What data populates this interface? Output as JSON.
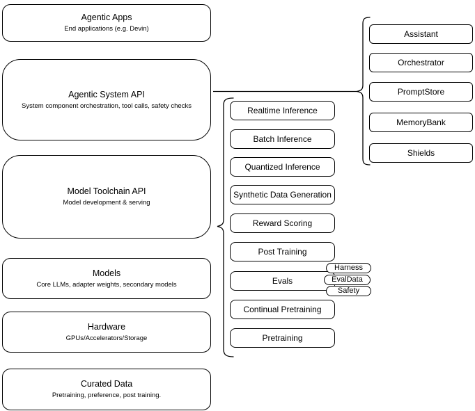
{
  "diagram": {
    "stack": [
      {
        "title": "Agentic Apps",
        "subtitle": "End applications (e.g. Devin)"
      },
      {
        "title": "Agentic System API",
        "subtitle": "System component orchestration, tool calls, safety checks"
      },
      {
        "title": "Model Toolchain API",
        "subtitle": "Model development & serving"
      },
      {
        "title": "Models",
        "subtitle": "Core LLMs, adapter weights, secondary models"
      },
      {
        "title": "Hardware",
        "subtitle": "GPUs/Accelerators/Storage"
      },
      {
        "title": "Curated Data",
        "subtitle": "Pretraining, preference, post training."
      }
    ],
    "toolchain": {
      "items": [
        "Realtime Inference",
        "Batch Inference",
        "Quantized Inference",
        "Synthetic Data Generation",
        "Reward Scoring",
        "Post Training",
        "Evals",
        "Continual Pretraining",
        "Pretraining"
      ]
    },
    "eval_tags": [
      "Harness",
      "EvalData",
      "Safety"
    ],
    "components": [
      "Assistant",
      "Orchestrator",
      "PromptStore",
      "MemoryBank",
      "Shields"
    ],
    "colors": {
      "stroke": "#000000",
      "fill": "#ffffff",
      "background": "#ffffff"
    }
  }
}
